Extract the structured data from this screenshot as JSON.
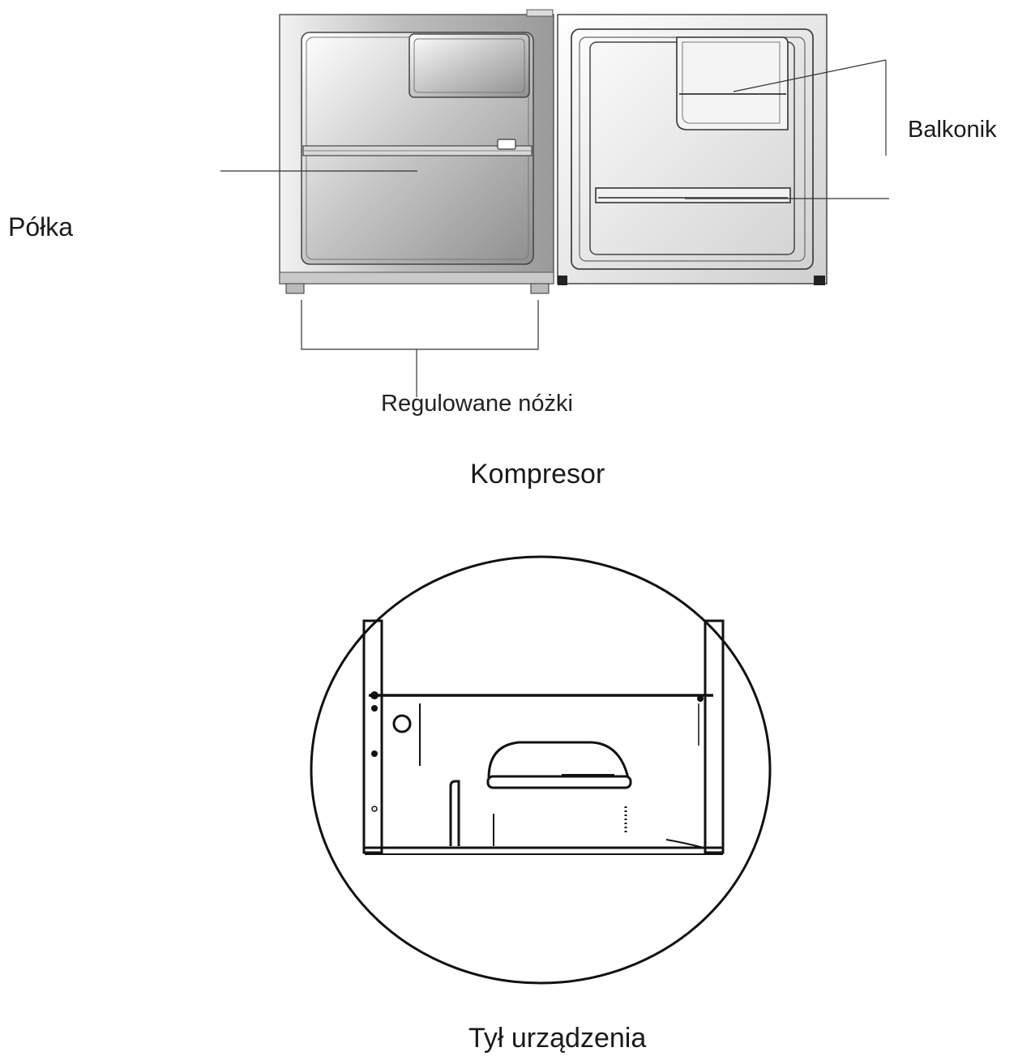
{
  "labels": {
    "shelf": "Półka",
    "balcony": "Balkonik",
    "adjustable_feet": "Regulowane nóżki",
    "compressor": "Kompresor",
    "rear_of_unit": "Tył urządzenia"
  }
}
